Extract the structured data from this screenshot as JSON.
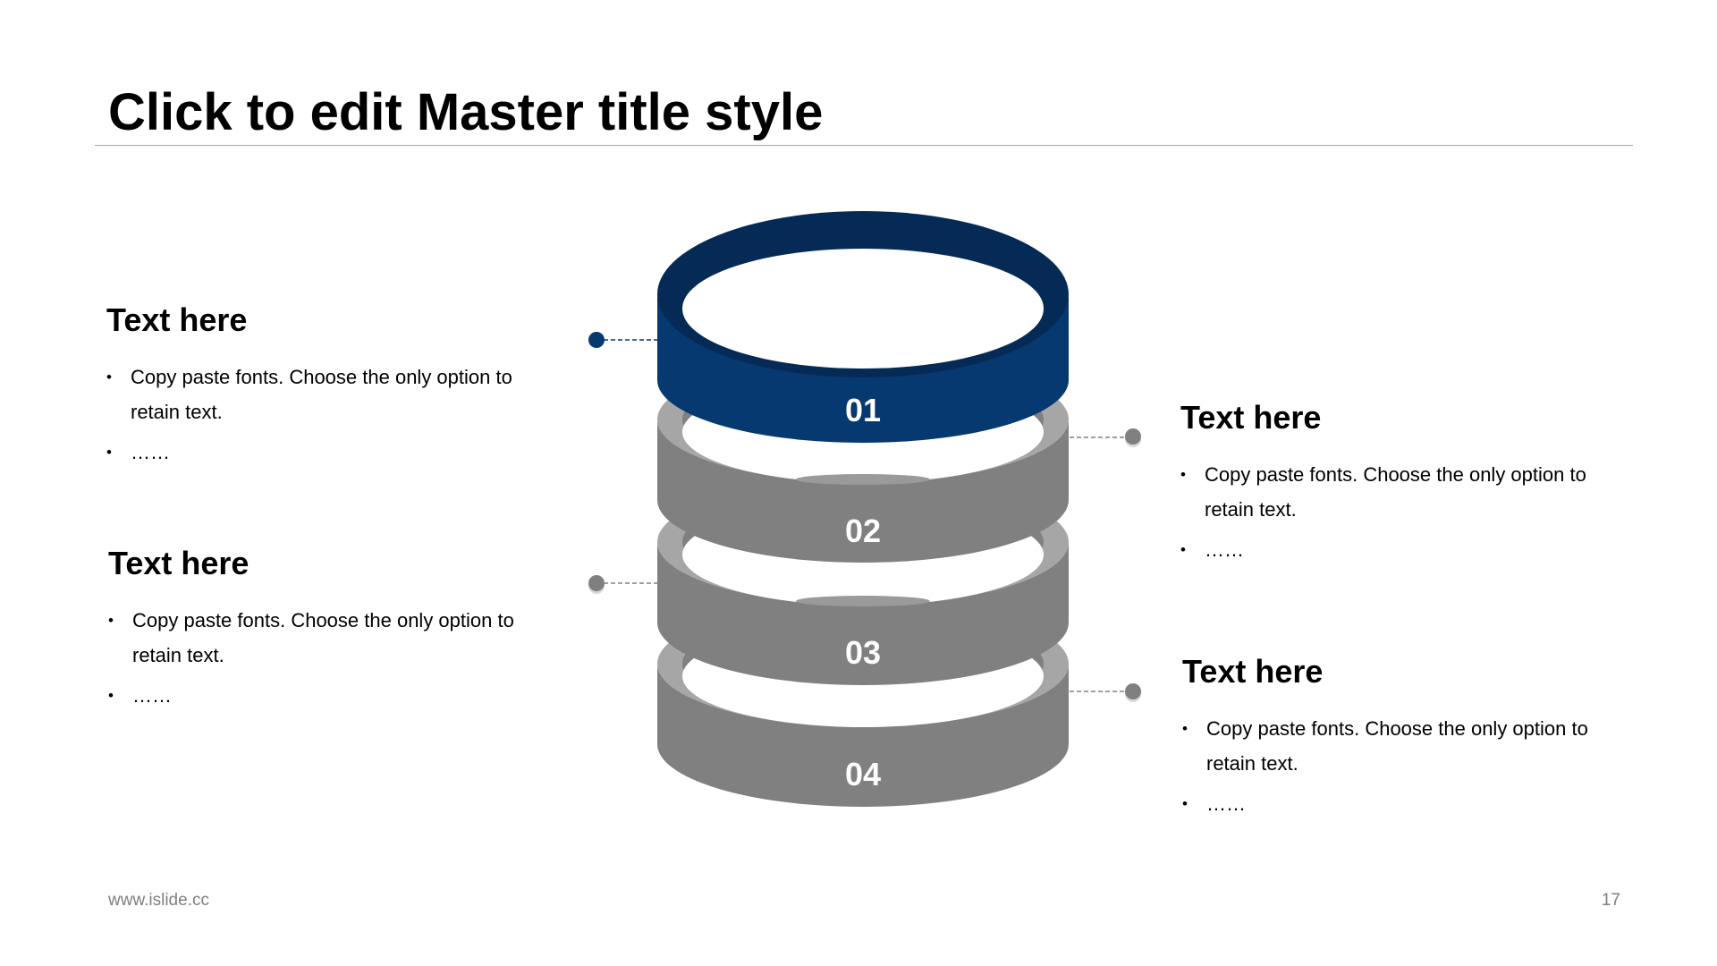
{
  "slide": {
    "title": "Click to edit Master title style",
    "footer_url": "www.islide.cc",
    "page_number": "17"
  },
  "colors": {
    "accent": "#06396f",
    "ring_gray": "#808080",
    "ring_light": "#a6a6a6"
  },
  "rings": [
    {
      "number": "01",
      "highlighted": true
    },
    {
      "number": "02",
      "highlighted": false
    },
    {
      "number": "03",
      "highlighted": false
    },
    {
      "number": "04",
      "highlighted": false
    }
  ],
  "blocks": [
    {
      "heading": "Text here",
      "bullets": [
        "Copy paste fonts. Choose the only option to retain text.",
        "……"
      ]
    },
    {
      "heading": "Text here",
      "bullets": [
        "Copy paste fonts. Choose the only option to retain text.",
        "……"
      ]
    },
    {
      "heading": "Text here",
      "bullets": [
        "Copy paste fonts. Choose the only option to retain text.",
        "……"
      ]
    },
    {
      "heading": "Text here",
      "bullets": [
        "Copy paste fonts. Choose the only option to retain text.",
        "……"
      ]
    }
  ]
}
